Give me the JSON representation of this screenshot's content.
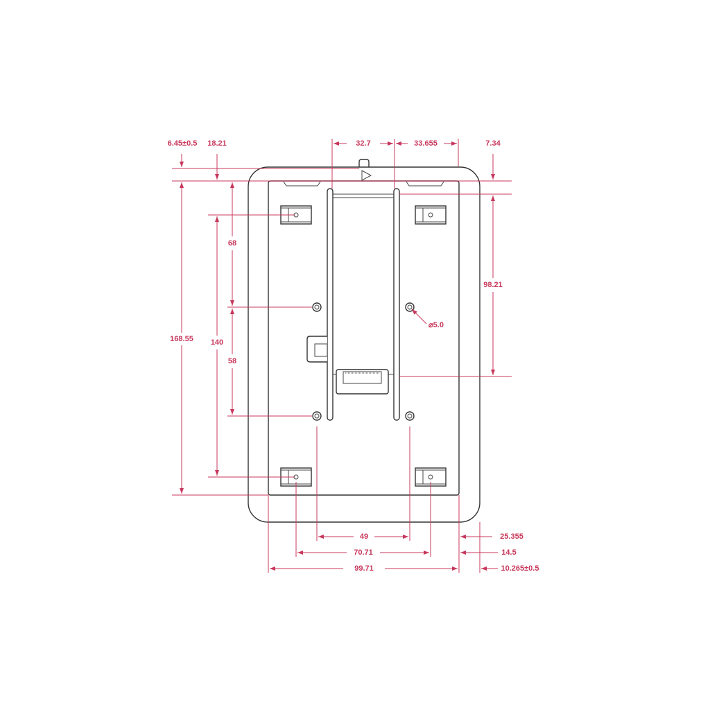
{
  "colors": {
    "dimension": "#c8385c",
    "outline": "#333333"
  },
  "dimensions": {
    "top_offset_tolerance": "6.45±0.5",
    "top_to_mount": "18.21",
    "rail_spacing": "32.7",
    "rail_to_edge": "33.655",
    "right_top_offset": "7.34",
    "overall_height": "168.55",
    "mount_vertical": "140",
    "hole_upper": "68",
    "hole_lower": "58",
    "rail_height": "98.21",
    "hole_diameter": "⌀5.0",
    "hole_spacing": "49",
    "mount_spacing": "70.71",
    "board_width": "99.71",
    "right_hole_offset": "25.355",
    "right_mount_offset": "14.5",
    "right_edge_tolerance": "10.265±0.5"
  }
}
